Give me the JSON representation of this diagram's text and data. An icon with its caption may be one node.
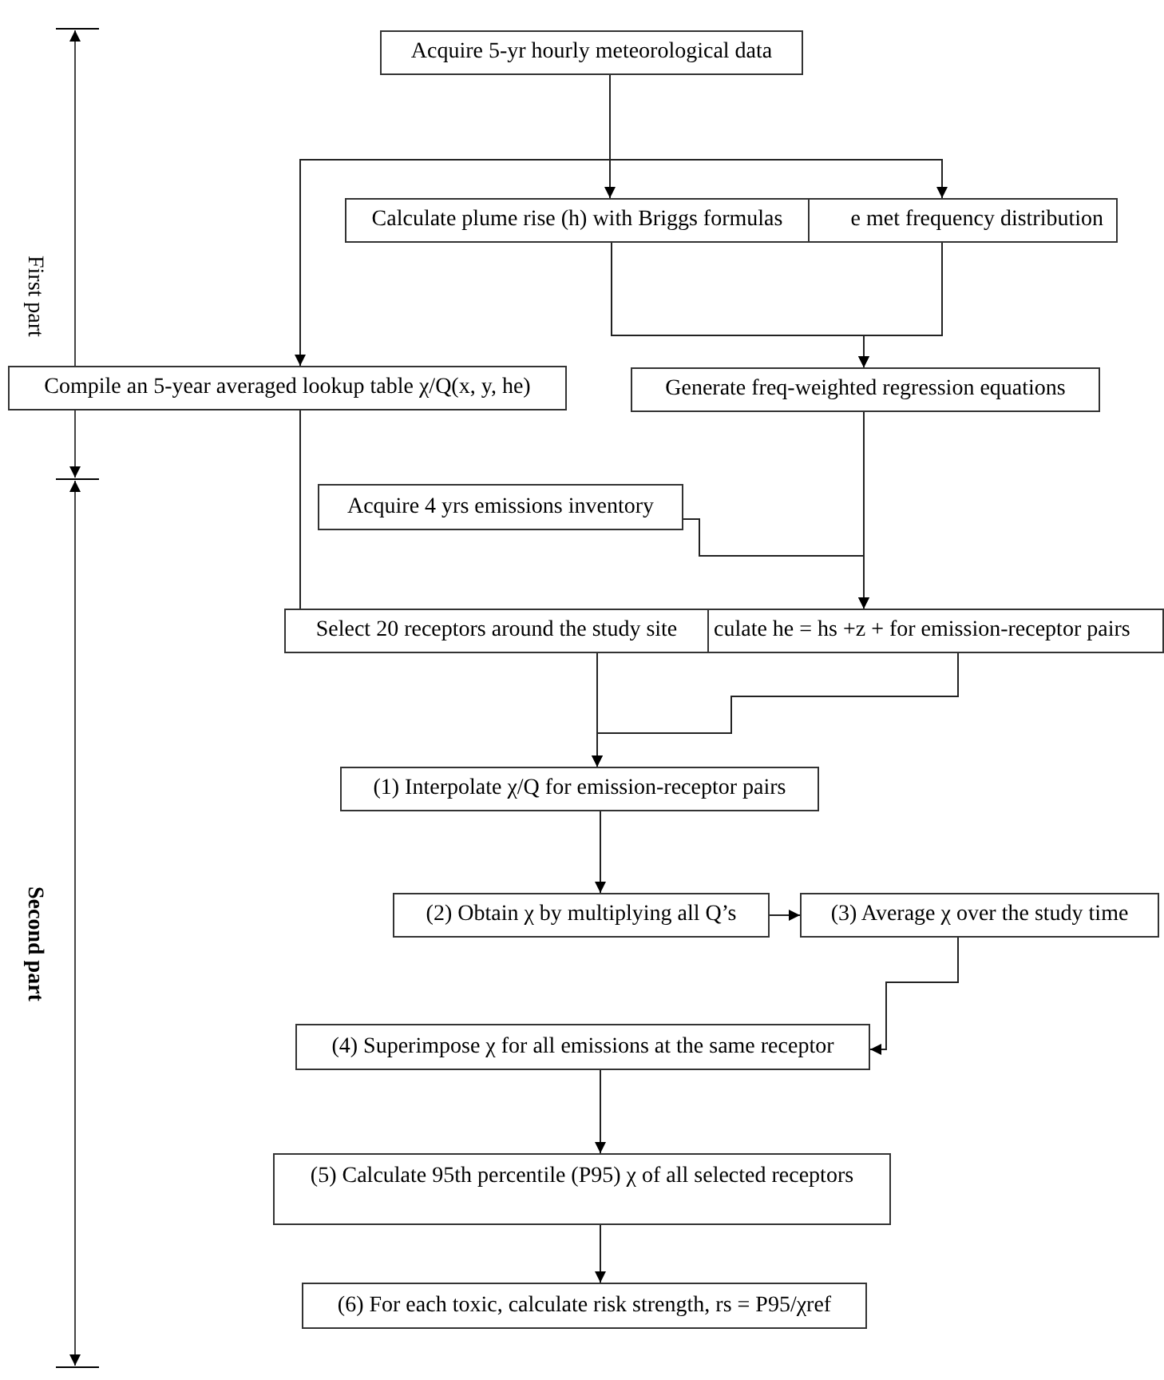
{
  "diagram": {
    "nodes": [
      {
        "text": [
          "Acquire 5-yr hourly meteorological data"
        ]
      },
      {
        "text": [
          "e met frequency distribution"
        ]
      },
      {
        "text": [
          "Calculate plume rise (h) with Briggs formulas"
        ]
      },
      {
        "text": [
          "Compile an 5-year averaged lookup table χ/Q(x, y, he)"
        ]
      },
      {
        "text": [
          "Generate  freq-weighted regression equations"
        ]
      },
      {
        "text": [
          "Acquire 4 yrs emissions inventory"
        ]
      },
      {
        "text": [
          "culate he = hs +z + for emission-receptor pairs"
        ]
      },
      {
        "text": [
          "Select 20 receptors around the study site"
        ]
      },
      {
        "text": [
          "(1) Interpolate χ/Q for emission-receptor pairs"
        ]
      },
      {
        "text": [
          "(2) Obtain χ by multiplying all Q’s"
        ]
      },
      {
        "text": [
          "(3) Average χ over the study time"
        ]
      },
      {
        "text": [
          "(4) Superimpose χ for all emissions at the same receptor"
        ]
      },
      {
        "text": [
          "(5) Calculate 95th percentile (P95) χ of all selected receptors"
        ]
      },
      {
        "text": [
          "(6) For each toxic, calculate risk strength, rs = P95/χref"
        ]
      }
    ],
    "edges": [
      {
        "from": 0,
        "to": 2,
        "arrow": "to"
      },
      {
        "from": 0,
        "to": 1,
        "arrow": "to"
      },
      {
        "from": 0,
        "to": 3,
        "arrow": "to"
      },
      {
        "from": 2,
        "to": 4,
        "arrow": "to"
      },
      {
        "from": 1,
        "to": 4,
        "arrow": "to"
      },
      {
        "from": 3,
        "to": 7,
        "arrow": "none"
      },
      {
        "from": 4,
        "to": 6,
        "arrow": "to"
      },
      {
        "from": 5,
        "to": 6,
        "arrow": "to"
      },
      {
        "from": 7,
        "to": 8,
        "arrow": "to"
      },
      {
        "from": 6,
        "to": 8,
        "arrow": "to"
      },
      {
        "from": 8,
        "to": 9,
        "arrow": "to"
      },
      {
        "from": 9,
        "to": 10,
        "arrow": "to"
      },
      {
        "from": 10,
        "to": 11,
        "arrow": "to"
      },
      {
        "from": 11,
        "to": 12,
        "arrow": "to"
      },
      {
        "from": 12,
        "to": 13,
        "arrow": "to"
      }
    ],
    "labels": [
      "First part",
      "Second part"
    ]
  }
}
